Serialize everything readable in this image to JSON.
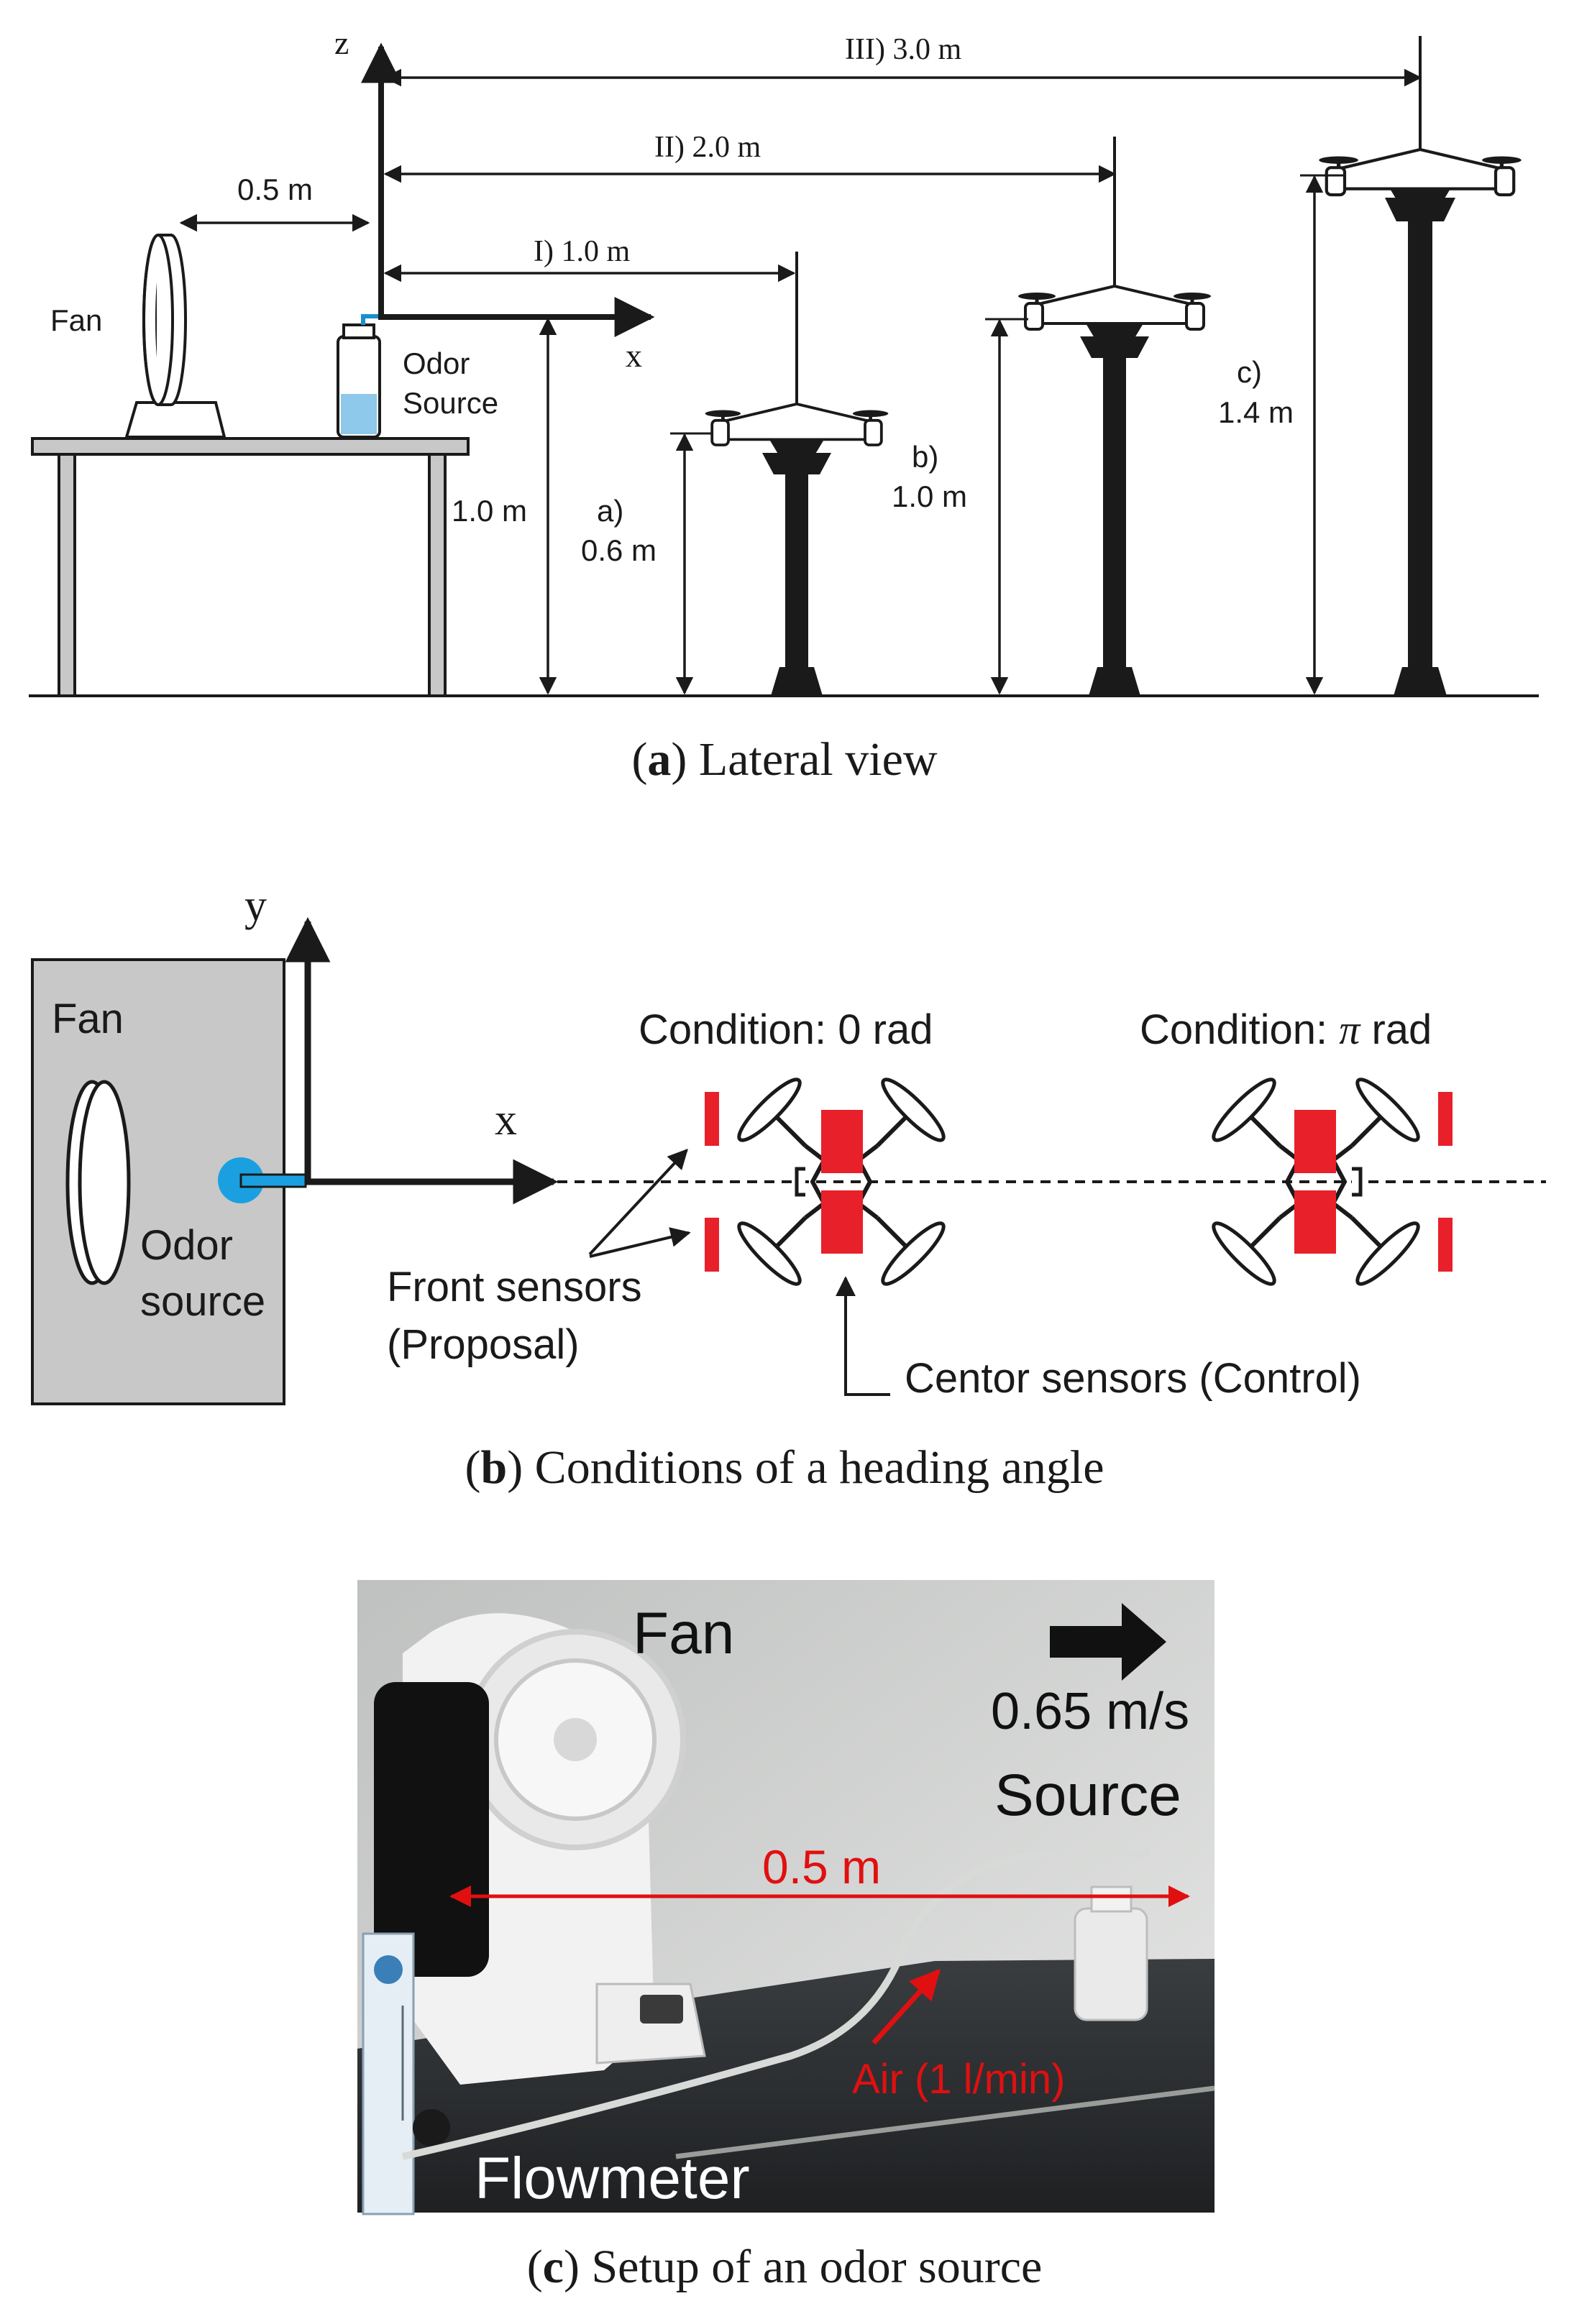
{
  "panel_a": {
    "caption_letter": "a",
    "caption_text": "Lateral view",
    "axis_z": "z",
    "axis_x": "x",
    "fan_label": "Fan",
    "fan_gap_label": "0.5 m",
    "odor_label_1": "Odor",
    "odor_label_2": "Source",
    "table_height_label": "1.0 m",
    "dist_1": "I) 1.0 m",
    "dist_2": "II) 2.0 m",
    "dist_3": "III) 3.0 m",
    "height_a_1": "a)",
    "height_a_2": "0.6 m",
    "height_b_1": "b)",
    "height_b_2": "1.0 m",
    "height_c_1": "c)",
    "height_c_2": "1.4 m"
  },
  "panel_b": {
    "caption_letter": "b",
    "caption_text": "Conditions of a heading angle",
    "axis_y": "y",
    "axis_x": "x",
    "fan_label": "Fan",
    "odor_label_1": "Odor",
    "odor_label_2": "source",
    "condition_0": "Condition: 0 rad",
    "condition_pi_prefix": "Condition: ",
    "condition_pi_symbol": "π",
    "condition_pi_suffix": " rad",
    "front_sensors_1": "Front sensors",
    "front_sensors_2": "(Proposal)",
    "center_sensors": "Centor sensors (Control)"
  },
  "panel_c": {
    "caption_letter": "c",
    "caption_text": "Setup of an odor source",
    "fan_label": "Fan",
    "speed_label": "0.65 m/s",
    "source_label": "Source",
    "distance_label": "0.5 m",
    "air_label": "Air (1 l/min)",
    "flowmeter_label": "Flowmeter"
  },
  "colors": {
    "line": "#1a1a1a",
    "gray_panel": "#c8c8c8",
    "sensor_red": "#e8202a",
    "odor_blue": "#1aa0e0",
    "annotation_red": "#e01010"
  }
}
